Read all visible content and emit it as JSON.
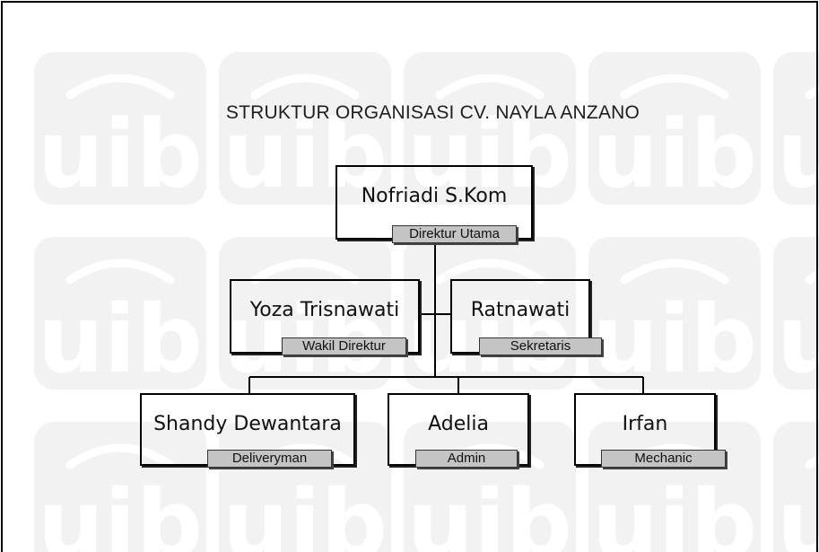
{
  "title": "STRUKTUR ORGANISASI CV. NAYLA ANZANO",
  "watermark": {
    "text": "uib",
    "color": "#ececec"
  },
  "colors": {
    "border": "#000000",
    "role_fill": "#c4c4c4",
    "text": "#111111"
  },
  "nodes": {
    "director": {
      "name": "Nofriadi S.Kom",
      "role": "Direktur Utama"
    },
    "deputy": {
      "name": "Yoza Trisnawati",
      "role": "Wakil Direktur"
    },
    "secretary": {
      "name": "Ratnawati",
      "role": "Sekretaris"
    },
    "delivery": {
      "name": "Shandy Dewantara",
      "role": "Deliveryman"
    },
    "admin": {
      "name": "Adelia",
      "role": "Admin"
    },
    "mechanic": {
      "name": "Irfan",
      "role": "Mechanic"
    }
  }
}
